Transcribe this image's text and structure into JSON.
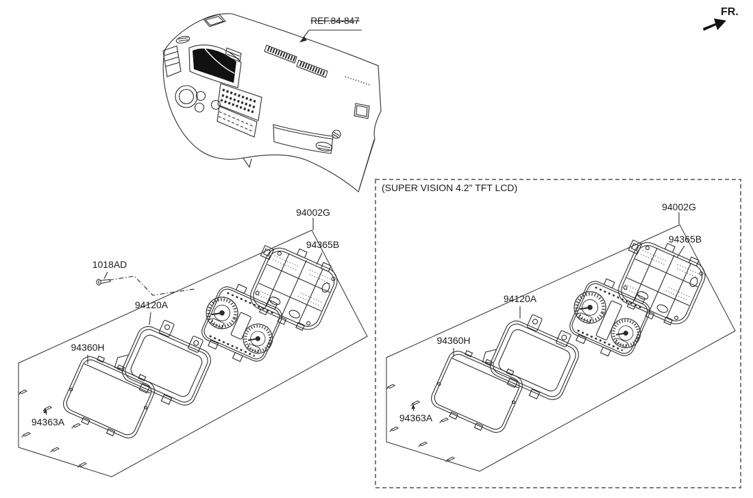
{
  "diagram": {
    "background": "#ffffff",
    "line_color": "#2b2b2b",
    "dashed_box_color": "#7b7b7b",
    "ref_callout": "REF.84-847",
    "front_marker": "FR.",
    "left_assembly": {
      "callouts": {
        "assembly": "94002G",
        "rear_cover": "94365B",
        "screw": "1018AD",
        "housing": "94120A",
        "window": "94360H",
        "pad": "94363A"
      }
    },
    "right_assembly": {
      "variant_note": "(SUPER VISION 4.2\" TFT LCD)",
      "callouts": {
        "assembly": "94002G",
        "rear_cover": "94365B",
        "housing": "94120A",
        "window": "94360H",
        "pad": "94363A"
      }
    }
  }
}
